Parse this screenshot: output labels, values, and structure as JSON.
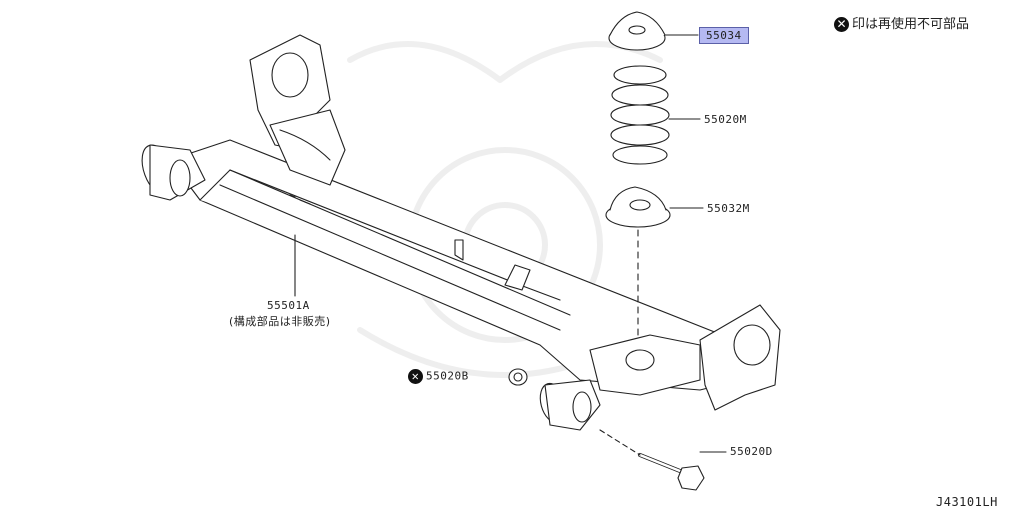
{
  "note": {
    "symbol": "✕",
    "text": "印は再使用不可部品"
  },
  "labels": {
    "p55034": "55034",
    "p55020M": "55020M",
    "p55032M": "55032M",
    "p55501A": "55501A",
    "p55501A_sub": "(構成部品は非販売)",
    "p55020B": "55020B",
    "p55020D": "55020D"
  },
  "diagram_code": "J43101LH",
  "highlight_color": "#b5b9f2"
}
